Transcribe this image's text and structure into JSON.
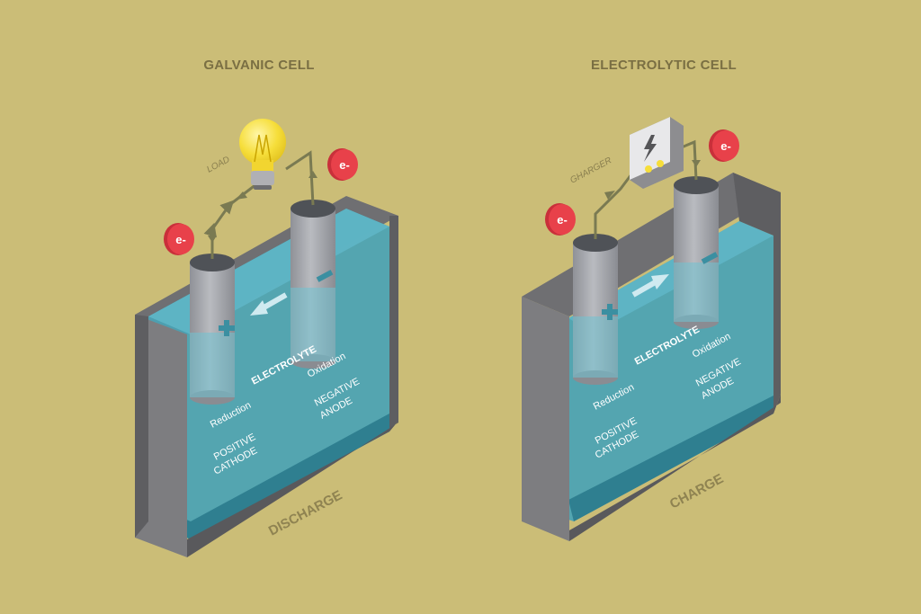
{
  "galvanic": {
    "title": "GALVANIC CELL",
    "load_label": "LOAD",
    "electron_label": "e-",
    "electrolyte_label": "ELECTROLYTE",
    "reduction_label": "Reduction",
    "oxidation_label": "Oxidation",
    "cathode_line1": "POSITIVE",
    "cathode_line2": "CATHODE",
    "anode_line1": "NEGATIVE",
    "anode_line2": "ANODE",
    "mode_label": "DISCHARGE"
  },
  "electrolytic": {
    "title": "ELECTROLYTIC CELL",
    "charger_label": "GHARGER",
    "electron_label": "e-",
    "electrolyte_label": "ELECTROLYTE",
    "reduction_label": "Reduction",
    "oxidation_label": "Oxidation",
    "cathode_line1": "POSITIVE",
    "cathode_line2": "CATHODE",
    "anode_line1": "NEGATIVE",
    "anode_line2": "ANODE",
    "mode_label": "CHARGE"
  },
  "colors": {
    "background": "#cbbd77",
    "tank_wall": "#7d7d80",
    "electrolyte": "#4aa3b5",
    "electrode": "#a7a9ae",
    "electron_badge": "#e8414a",
    "bulb": "#f6de3a",
    "wire": "#7a7a52"
  },
  "icons": [
    "light-bulb-icon",
    "charger-icon",
    "lightning-icon",
    "plus-sign-icon",
    "minus-sign-icon",
    "arrow-icon",
    "electron-badge-icon"
  ]
}
